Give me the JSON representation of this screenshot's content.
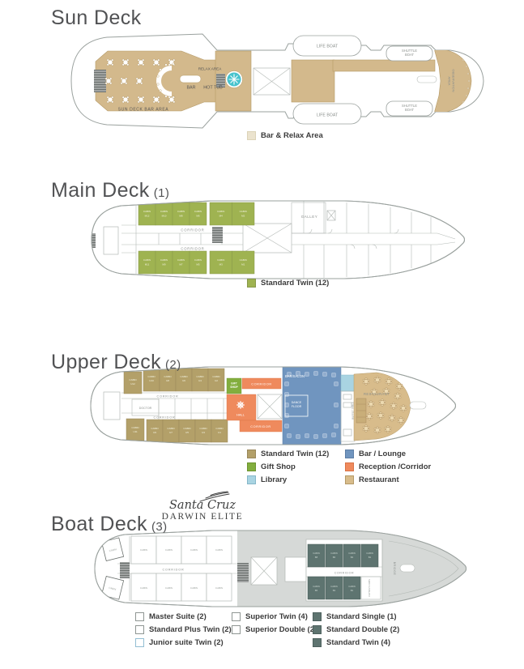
{
  "palette": {
    "deck_tan": "#d3b98c",
    "tan_border": "#b59a67",
    "hot_tub": "#47c3cd",
    "green": "#9fb351",
    "green_border": "#87984a",
    "upper_tan": "#b3a069",
    "upper_tan_border": "#99875a",
    "gift_green": "#82ae3e",
    "orange": "#ef8a5d",
    "blue": "#7095bf",
    "blue_border": "#5d7fa6",
    "library_blue": "#a9d4e2",
    "restaurant_tan": "#d8bc8b",
    "dark_cabin": "#5e7470",
    "deck_gray": "#d6d9d7",
    "outline": "#9aa19e",
    "inner_line": "#b4bab6",
    "title_color": "#515254",
    "label_color": "#8a8f8c",
    "text_dark": "#3b3b3b"
  },
  "sun": {
    "title": "Sun Deck",
    "labels": {
      "relax_area": "RELAX AREA",
      "bar": "BAR",
      "hot_tub": "HOT TUB",
      "bar_area": "SUN DECK BAR AREA",
      "life_boat": "LIFE BOAT",
      "shuttle_line1": "SHUTTLE",
      "shuttle_line2": "BOAT",
      "observation_line1": "OBSERVATION",
      "observation_line2": "AREA"
    },
    "legend": [
      {
        "label": "Bar & Relax Area",
        "color": "#ebe3ce",
        "border": "#dcd3b8"
      }
    ]
  },
  "main": {
    "title": "Main Deck",
    "title_suffix": "(1)",
    "labels": {
      "corridor": "CORRIDOR",
      "galley": "GALLEY",
      "cabin": "CABIN"
    },
    "cabins_top": [
      "M12",
      "M10",
      "M8",
      "M6",
      "M4",
      "M2"
    ],
    "cabins_bottom": [
      "M11",
      "M9",
      "M7",
      "M5",
      "M3",
      "M1"
    ],
    "legend": [
      {
        "label": "Standard Twin (12)",
        "color": "#9fb351",
        "border": "#87984a"
      }
    ]
  },
  "upper": {
    "title": "Upper Deck",
    "title_suffix": "(2)",
    "labels": {
      "corridor": "CORRIDOR",
      "doctor": "DOCTOR",
      "gift_line1": "GIFT",
      "gift_line2": "SHOP",
      "hall": "HALL",
      "bar_salon": "BAR/SALON",
      "dance_line1": "DANCE",
      "dance_line2": "FLOOR",
      "restaurant": "RESTAURANT",
      "buffet": "BUFFET TABLE",
      "cabin": "CABIN"
    },
    "cabins_top": [
      "U12",
      "U10",
      "U8",
      "U6",
      "U4",
      "U2"
    ],
    "cabins_bottom": [
      "U11",
      "U9",
      "U7",
      "U5",
      "U3",
      "U1"
    ],
    "legend_col1": [
      {
        "label": "Standard Twin (12)",
        "color": "#b3a069",
        "border": "#99875a"
      },
      {
        "label": "Gift Shop",
        "color": "#82ae3e",
        "border": "#6d9430"
      },
      {
        "label": "Library",
        "color": "#a9d4e2",
        "border": "#86b7c9"
      }
    ],
    "legend_col2": [
      {
        "label": "Bar / Lounge",
        "color": "#7095bf",
        "border": "#5d7fa6"
      },
      {
        "label": "Reception /Corridor",
        "color": "#ef8a5d",
        "border": "#d97346"
      },
      {
        "label": "Restaurant",
        "color": "#d8bc8b",
        "border": "#b59a67"
      }
    ]
  },
  "boat": {
    "title": "Boat Deck",
    "title_suffix": "(3)",
    "logo": {
      "script": "Santa Cruz",
      "name": "DARWIN ELITE"
    },
    "labels": {
      "corridor_left": "CORRIDOR",
      "corridor_right": "CORRIDOR",
      "captains": "CAPTAIN'S CABIN",
      "bridge": "BRIDGE",
      "cabin": "CABIN"
    },
    "cabins_dark_top": [
      "B8",
      "B6",
      "B4",
      "B2"
    ],
    "cabins_dark_bottom": [
      "B5",
      "B3",
      "B1"
    ],
    "legend_col1": [
      {
        "label": "Master Suite (2)",
        "color": "#ffffff",
        "border": "#8f9693"
      },
      {
        "label": "Standard Plus Twin (2)",
        "color": "#ffffff",
        "border": "#8f9693"
      },
      {
        "label": "Junior suite Twin (2)",
        "color": "#ffffff",
        "border": "#93bed3"
      }
    ],
    "legend_col2": [
      {
        "label": "Superior Twin (4)",
        "color": "#ffffff",
        "border": "#8f9693"
      },
      {
        "label": "Superior Double (2)",
        "color": "#ffffff",
        "border": "#8f9693"
      }
    ],
    "legend_col3": [
      {
        "label": "Standard Single (1)",
        "color": "#5e7470",
        "border": "#4e615e"
      },
      {
        "label": "Standard Double (2)",
        "color": "#5e7470",
        "border": "#4e615e"
      },
      {
        "label": "Standard Twin (4)",
        "color": "#5e7470",
        "border": "#4e615e"
      }
    ]
  }
}
